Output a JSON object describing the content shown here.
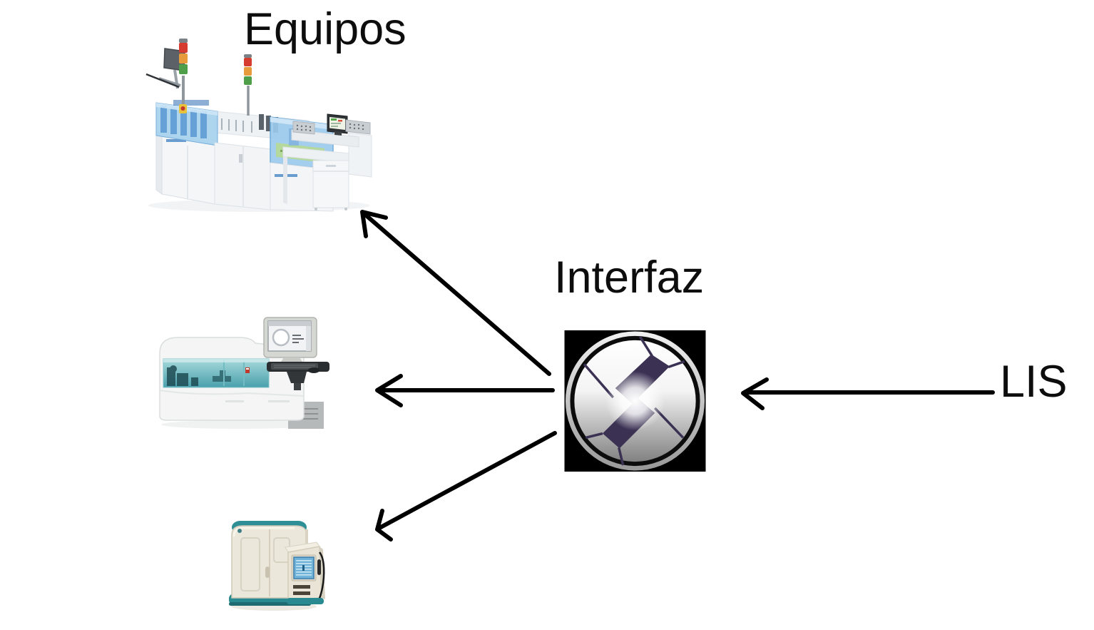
{
  "page": {
    "type": "diagram-slide",
    "background_color": "#ffffff",
    "description": "Laboratory information system connectivity diagram: LIS connects to an Interfaz (interface) hub which routes to three laboratory instruments (Equipos)."
  },
  "labels": {
    "equipos": "Equipos",
    "interfaz": "Interfaz",
    "lis": "LIS"
  },
  "colors": {
    "text": "#0d0d0d",
    "arrow": "#000000",
    "interfaz_square": "#000000",
    "interfaz_blade": "#3a3153",
    "machine_body_white": "#f3f5f7",
    "machine_hood_blue": "#9ccaec",
    "analyzer_glass_teal": "#5fb0ba",
    "incubator_beige": "#ebe7da",
    "incubator_teal": "#2e8f96",
    "tower_red": "#d63b2f",
    "tower_orange": "#e79b3a",
    "tower_green": "#4f9e4a"
  },
  "diagram": {
    "nodes": [
      {
        "id": "equipos-group",
        "label": "Equipos",
        "icon": "lab-instrument-photos",
        "items": [
          "lab-automation-line",
          "chemistry-analyzer",
          "blood-culture-incubator"
        ]
      },
      {
        "id": "interfaz",
        "label": "Interfaz",
        "icon": "shutter-logo-icon"
      },
      {
        "id": "lis",
        "label": "LIS",
        "icon": "none"
      }
    ],
    "equipment": [
      {
        "id": "lab-automation-line",
        "description": "large white lab automation track with blue transparent hoods, two signal towers, side monitor and operator desk console"
      },
      {
        "id": "chemistry-analyzer",
        "description": "benchtop analyzer with teal glass cover and mounted CRT monitor with keyboard"
      },
      {
        "id": "blood-culture-incubator",
        "description": "beige cabinet incubator with teal top and base, side control panel with blue screen and scanner wand"
      }
    ],
    "arrows": [
      {
        "id": "arrow-interfaz-to-automation-line",
        "from": "interfaz",
        "to": "lab-automation-line",
        "direction": "up-left"
      },
      {
        "id": "arrow-interfaz-to-chemistry-analyzer",
        "from": "interfaz",
        "to": "chemistry-analyzer",
        "direction": "left"
      },
      {
        "id": "arrow-interfaz-to-blood-culture",
        "from": "interfaz",
        "to": "blood-culture-incubator",
        "direction": "down-left"
      },
      {
        "id": "arrow-lis-to-interfaz",
        "from": "lis",
        "to": "interfaz",
        "direction": "left"
      }
    ]
  }
}
